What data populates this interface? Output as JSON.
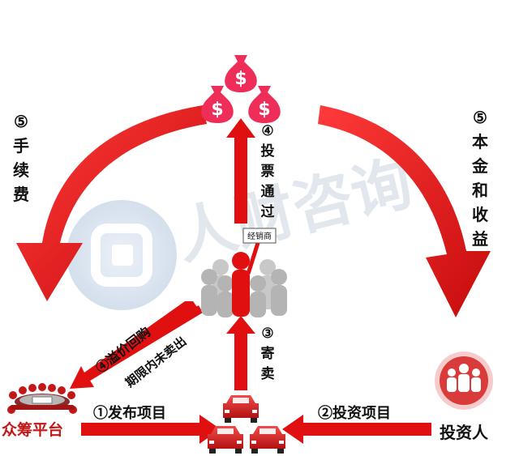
{
  "colors": {
    "arrow_red": "#e11010",
    "money_pink": "#ee2d59",
    "watermark": "#c9d3e0"
  },
  "watermark_text": "人财咨询",
  "nodes": {
    "platform": {
      "label": "众筹平台",
      "icon": "crowd-meeting-icon"
    },
    "investor": {
      "label": "投资人",
      "icon": "people-group-icon"
    },
    "dealer": {
      "label": "经销商",
      "icon": "crowd-leader-icon"
    },
    "cars": {
      "icon": "car-icon"
    },
    "money": {
      "icon": "money-bag-icon"
    }
  },
  "arrows": {
    "publish": "①发布项目",
    "invest": "②投资项目",
    "consign": "③\n寄\n卖",
    "vote": "④\n投\n票\n通\n过",
    "buyback_title": "④溢价回购",
    "buyback_sub": "期限内未卖出",
    "fee": "⑤\n手\n续\n费",
    "principal": "⑤\n本\n金\n和\n收\n益"
  }
}
